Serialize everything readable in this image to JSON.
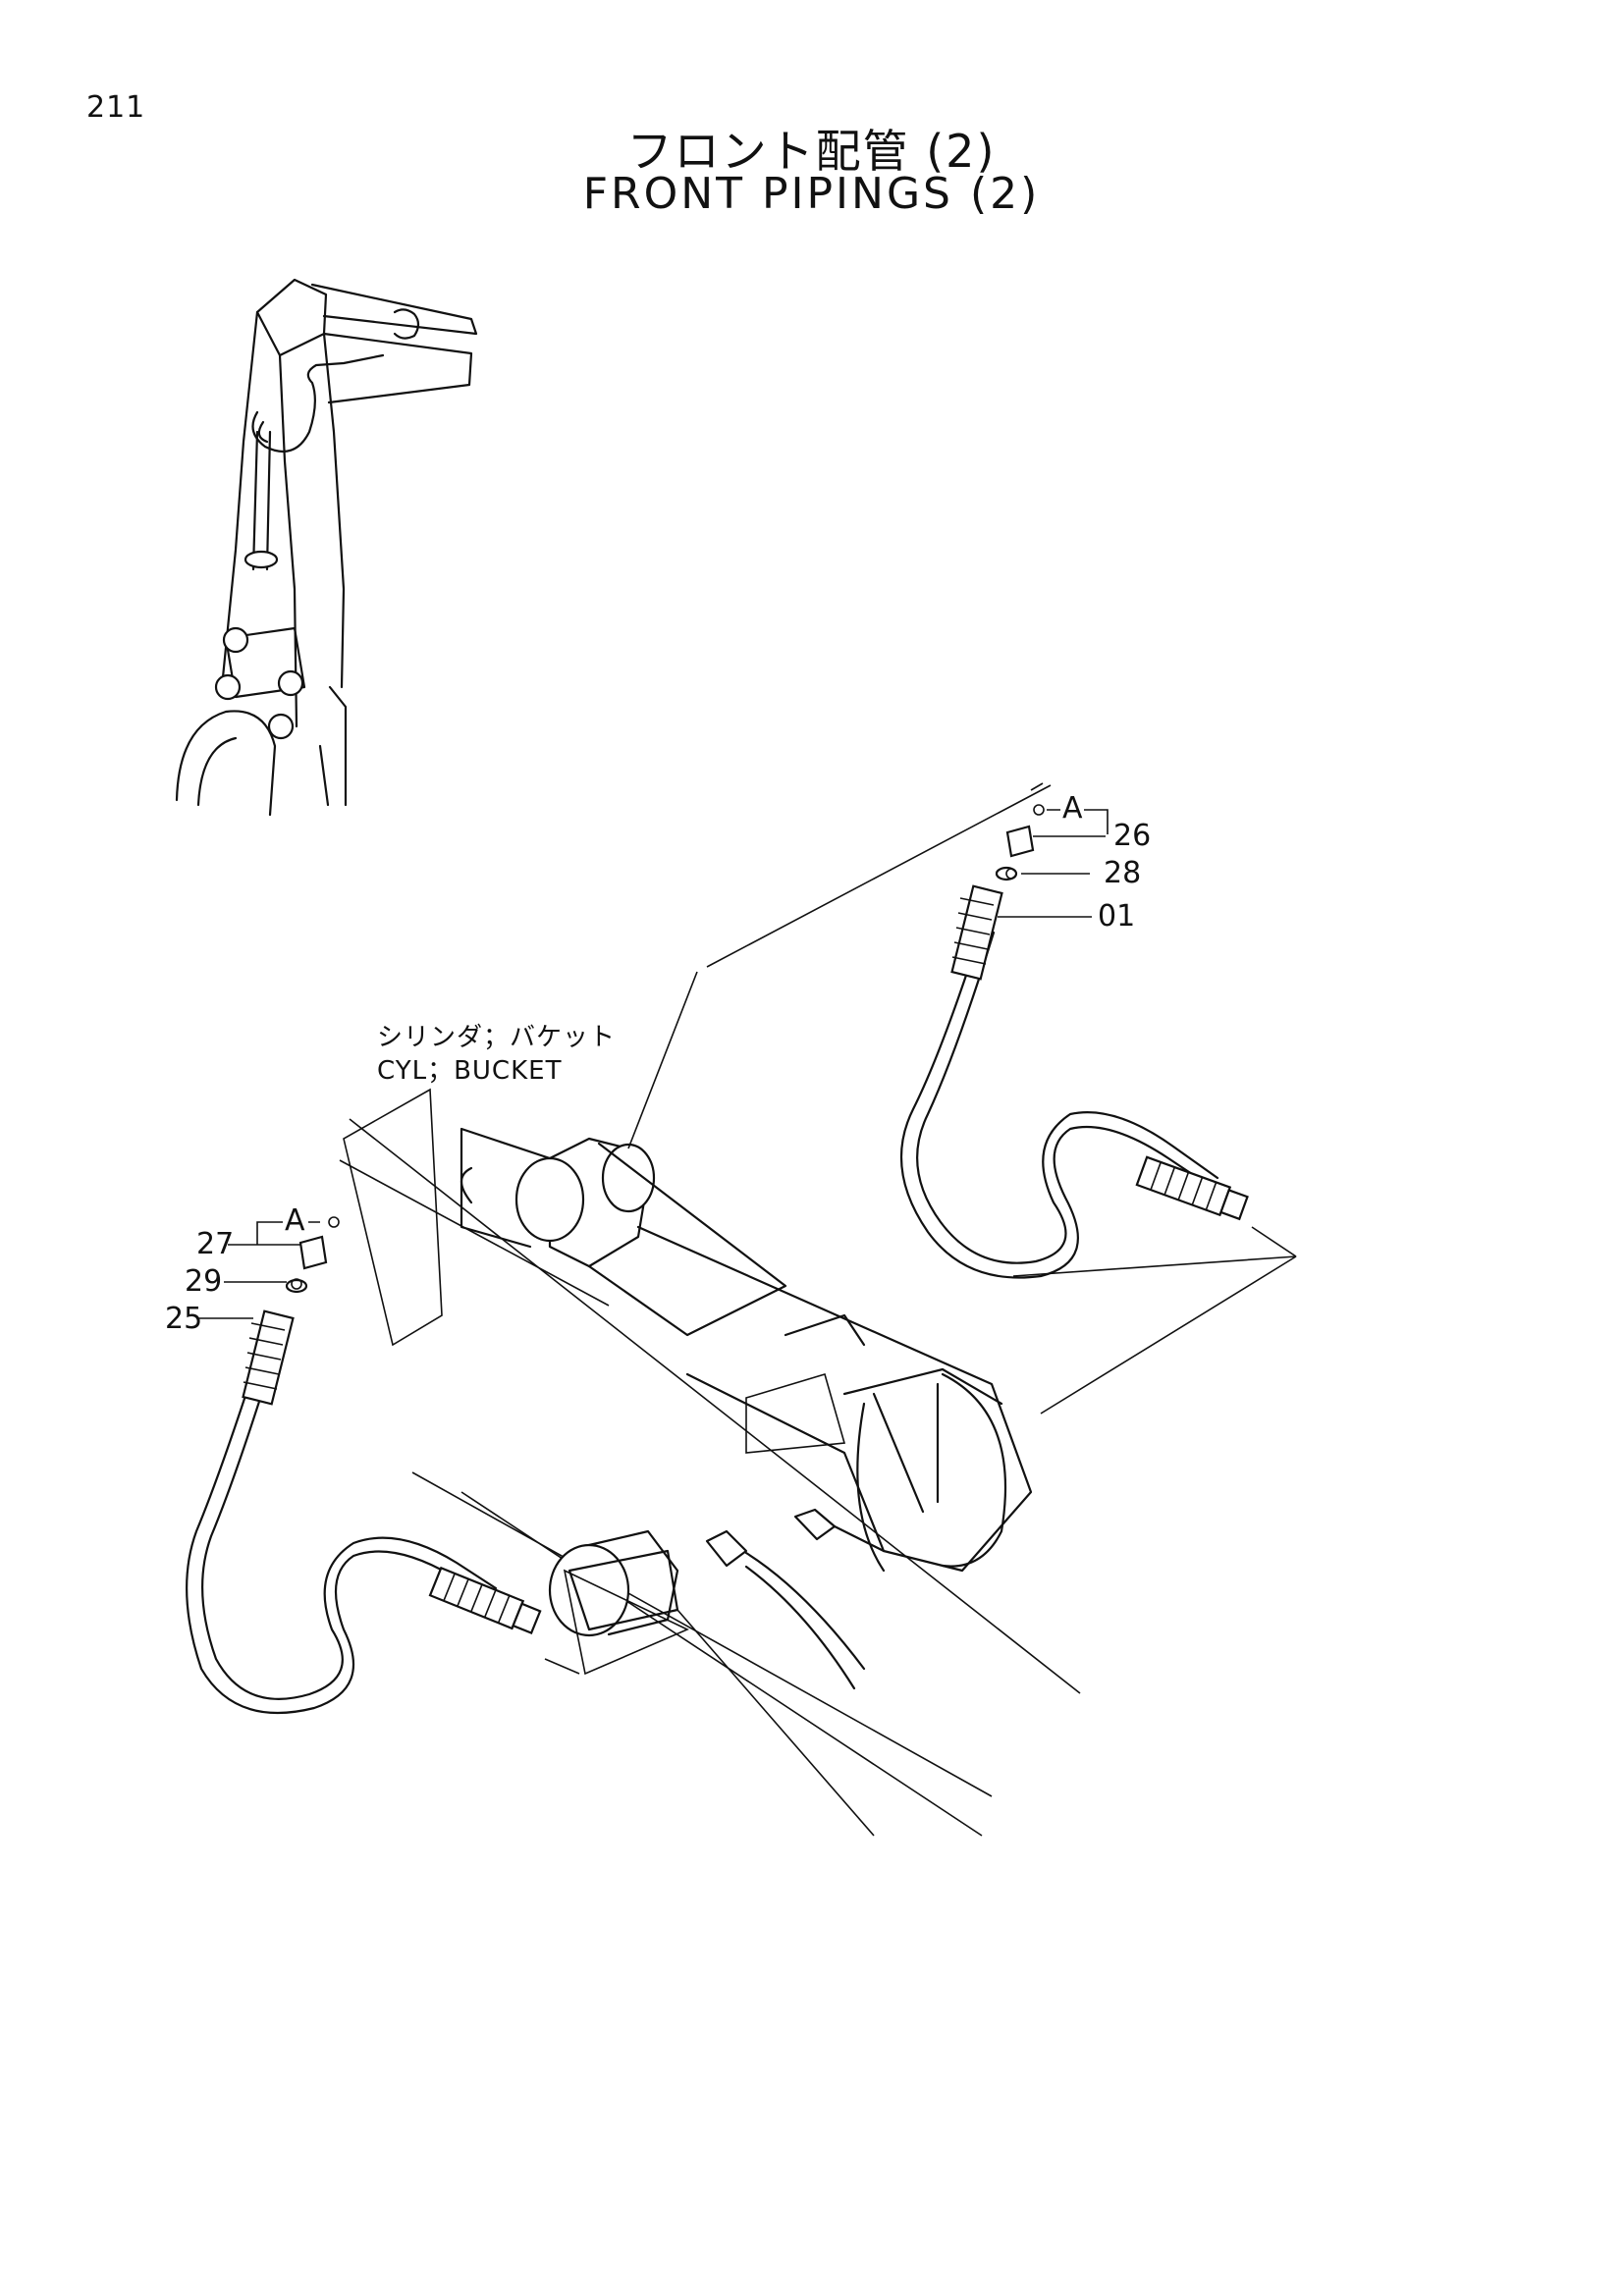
{
  "page": {
    "number": "211",
    "title_jp": "フロント配管 (2)",
    "title_en": "FRONT PIPINGS (2)"
  },
  "annotation": {
    "cylinder_jp": "シリンダ；バケット",
    "cylinder_en": "CYL；BUCKET"
  },
  "callouts": {
    "right_group": {
      "ref": "A",
      "part_26": "26",
      "part_28": "28",
      "part_01": "01"
    },
    "left_group": {
      "ref": "A",
      "part_27": "27",
      "part_29": "29",
      "part_25": "25"
    }
  }
}
